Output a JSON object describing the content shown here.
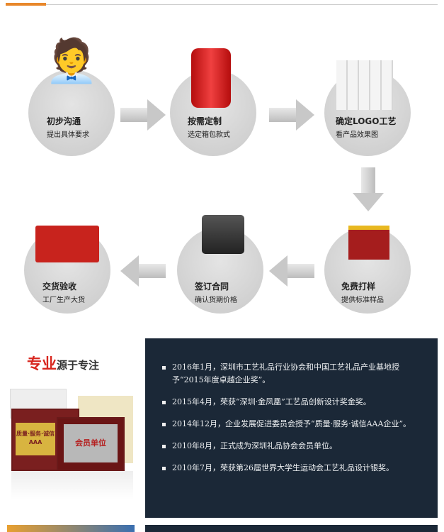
{
  "steps": [
    {
      "title": "初步沟通",
      "subtitle": "提出具体要求",
      "icon": "businessman-phone-icon"
    },
    {
      "title": "按需定制",
      "subtitle": "选定箱包款式",
      "icon": "red-suitcase-icon"
    },
    {
      "title": "确定LOGO工艺",
      "subtitle": "看产品效果图",
      "icon": "blueprint-rolls-icon"
    },
    {
      "title": "免费打样",
      "subtitle": "提供标准样品",
      "icon": "toolbox-icon"
    },
    {
      "title": "签订合同",
      "subtitle": "确认货期价格",
      "icon": "briefcase-contract-icon"
    },
    {
      "title": "交货验收",
      "subtitle": "工厂生产大货",
      "icon": "delivery-truck-icon"
    }
  ],
  "profession": {
    "highlight": "专业",
    "rest": "源于专注",
    "plaque_text": "会员单位",
    "cert_text": "质量·服务·诚信AAA"
  },
  "awards": [
    "2016年1月，深圳市工艺礼品行业协会和中国工艺礼品产业基地授予“2015年度卓越企业奖”。",
    "2015年4月，荣获“深圳·金凤凰”工艺品创新设计奖金奖。",
    "2014年12月，企业发展促进委员会授予“质量·服务·诚信AAA企业”。",
    "2010年8月，正式成为深圳礼品协会会员单位。",
    "2010年7月，荣获第26届世界大学生运动会工艺礼品设计银奖。"
  ],
  "colors": {
    "accent": "#e8872b",
    "panel": "#1b2837",
    "red": "#d8261e"
  }
}
